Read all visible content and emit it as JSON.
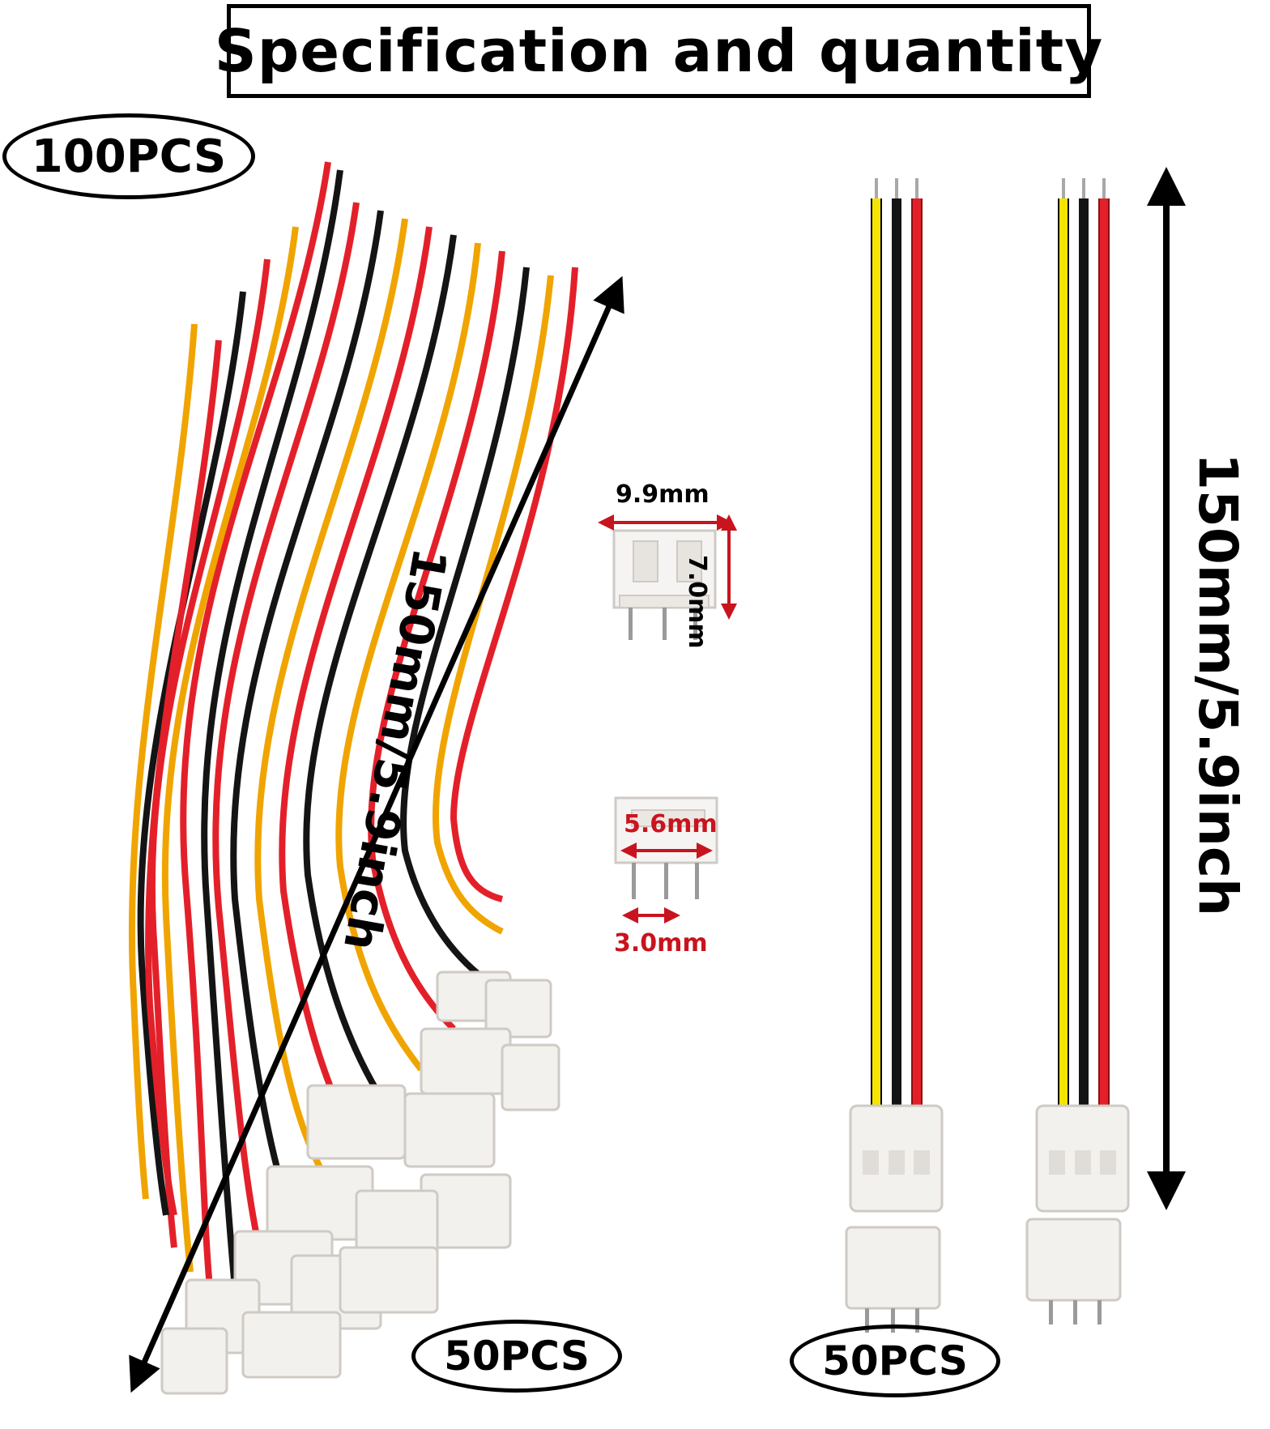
{
  "title": "Specification and quantity",
  "badges": {
    "total": "100PCS",
    "left_group": "50PCS",
    "right_group": "50PCS"
  },
  "lengths": {
    "left": "150mm/5.9inch",
    "right": "150mm/5.9inch"
  },
  "dimensions": {
    "width": "9.9mm",
    "height": "7.0mm",
    "pin_span": "5.6mm",
    "pitch": "3.0mm"
  },
  "colors": {
    "wire_red": "#e3202a",
    "wire_black": "#141414",
    "wire_yellow": "#f4e400",
    "wire_orange": "#f0a400",
    "dimension_red": "#c8141e",
    "connector": "#f3f1ee"
  }
}
